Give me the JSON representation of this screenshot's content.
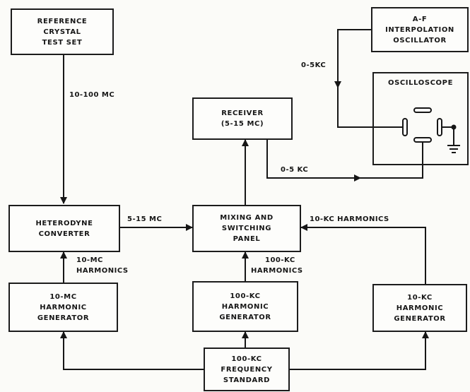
{
  "blocks": {
    "reference_crystal_test_set": [
      "REFERENCE",
      "CRYSTAL",
      "TEST SET"
    ],
    "af_interpolation_oscillator": [
      "A-F",
      "INTERPOLATION",
      "OSCILLATOR"
    ],
    "oscilloscope": [
      "OSCILLOSCOPE"
    ],
    "receiver": [
      "RECEIVER",
      "(5-15 MC)"
    ],
    "heterodyne_converter": [
      "HETERODYNE",
      "CONVERTER"
    ],
    "mixing_switching_panel": [
      "MIXING AND",
      "SWITCHING",
      "PANEL"
    ],
    "harmonic_generator_10mc": [
      "10-MC",
      "HARMONIC",
      "GENERATOR"
    ],
    "harmonic_generator_100kc": [
      "100-KC",
      "HARMONIC",
      "GENERATOR"
    ],
    "harmonic_generator_10kc": [
      "10-KC",
      "HARMONIC",
      "GENERATOR"
    ],
    "frequency_standard_100kc": [
      "100-KC",
      "FREQUENCY",
      "STANDARD"
    ]
  },
  "signals": {
    "ref_to_heterodyne": "10-100 MC",
    "oscillator_to_scope": "0-5KC",
    "receiver_to_scope": "0-5 KC",
    "heterodyne_to_mixing": "5-15 MC",
    "harmonics_10kc_to_mixing": "10-KC HARMONICS",
    "harmonics_100kc": [
      "100-KC",
      "HARMONICS"
    ],
    "harmonics_10mc": [
      "10-MC",
      "HARMONICS"
    ]
  },
  "colors": {
    "ink": "#161616",
    "paper": "#fbfbf8"
  }
}
